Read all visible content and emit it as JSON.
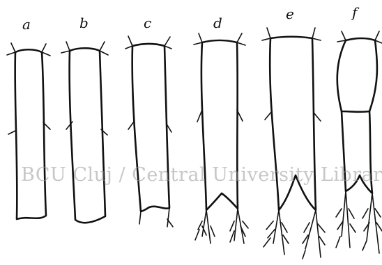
{
  "panels": [
    {
      "label": "a"
    },
    {
      "label": "b"
    },
    {
      "label": "c"
    },
    {
      "label": "d"
    },
    {
      "label": "e"
    },
    {
      "label": "f"
    }
  ],
  "watermark": "BCU Cluj / Central University Library Cluj",
  "colors": {
    "ink": "#111111",
    "paper": "#ffffff",
    "watermark": "#9a9a9a"
  }
}
